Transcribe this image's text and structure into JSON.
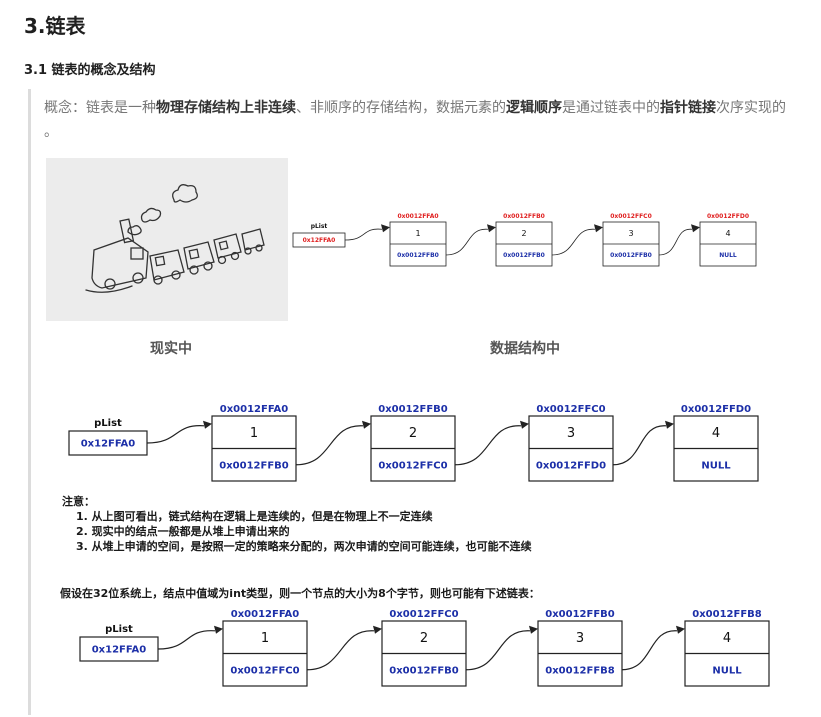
{
  "heading": "3.链表",
  "subheading": "3.1 链表的概念及结构",
  "concept": {
    "p1": "概念：链表是一种",
    "b1": "物理存储结构上非连续",
    "p2": "、非顺序的存储结构，数据元素的",
    "b2": "逻辑顺序",
    "p3": "是通过链表中的",
    "b3": "指针链接",
    "p4": "次序实现的 。"
  },
  "captions": {
    "reality": "现实中",
    "data_structure": "数据结构中"
  },
  "small_diagram": {
    "plist_label": "pList",
    "plist_value": "0x12FFA0",
    "nodes": [
      {
        "addr": "0x0012FFA0",
        "value": "1",
        "next": "0x0012FFB0"
      },
      {
        "addr": "0x0012FFB0",
        "value": "2",
        "next": "0x0012FFB0"
      },
      {
        "addr": "0x0012FFC0",
        "value": "3",
        "next": "0x0012FFB0"
      },
      {
        "addr": "0x0012FFD0",
        "value": "4",
        "next": "NULL"
      }
    ]
  },
  "diagram1": {
    "plist_label": "pList",
    "plist_value": "0x12FFA0",
    "nodes": [
      {
        "addr": "0x0012FFA0",
        "value": "1",
        "next": "0x0012FFB0"
      },
      {
        "addr": "0x0012FFB0",
        "value": "2",
        "next": "0x0012FFC0"
      },
      {
        "addr": "0x0012FFC0",
        "value": "3",
        "next": "0x0012FFD0"
      },
      {
        "addr": "0x0012FFD0",
        "value": "4",
        "next": "NULL"
      }
    ]
  },
  "notes": {
    "title": "注意：",
    "items": [
      "1. 从上图可看出，链式结构在逻辑上是连续的，但是在物理上不一定连续",
      "2. 现实中的结点一般都是从堆上申请出来的",
      "3. 从堆上申请的空间，是按照一定的策略来分配的，两次申请的空间可能连续，也可能不连续"
    ]
  },
  "assumption": "假设在32位系统上，结点中值域为int类型，则一个节点的大小为8个字节，则也可能有下述链表：",
  "diagram2": {
    "plist_label": "pList",
    "plist_value": "0x12FFA0",
    "nodes": [
      {
        "addr": "0x0012FFA0",
        "value": "1",
        "next": "0x0012FFC0"
      },
      {
        "addr": "0x0012FFC0",
        "value": "2",
        "next": "0x0012FFB0"
      },
      {
        "addr": "0x0012FFB0",
        "value": "3",
        "next": "0x0012FFB8"
      },
      {
        "addr": "0x0012FFB8",
        "value": "4",
        "next": "NULL"
      }
    ]
  },
  "colors": {
    "address_blue": "#1c2fa8",
    "address_red": "#e02020",
    "box_border": "#222222"
  }
}
